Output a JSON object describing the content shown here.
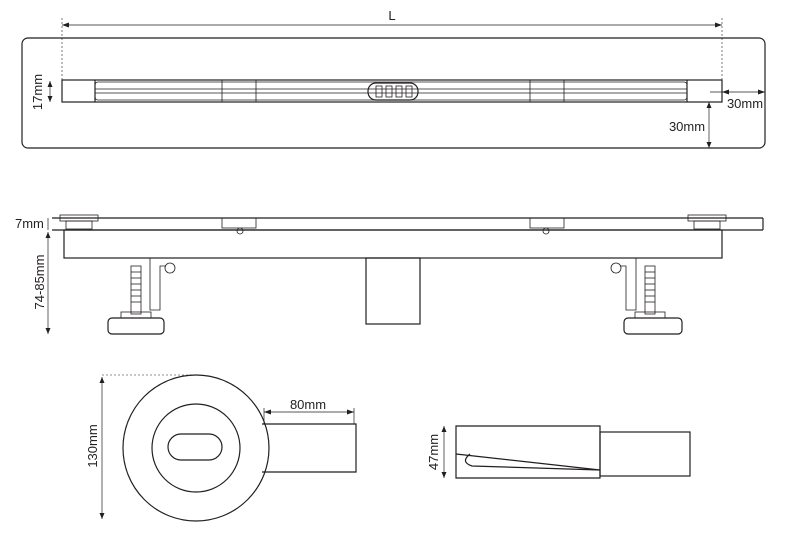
{
  "dimensions": {
    "length": "L",
    "top_height": "17mm",
    "end_width": "30mm",
    "side_margin": "30mm",
    "flange_height": "7mm",
    "height_range": "74-85mm",
    "outlet_length": "80mm",
    "body_diameter": "130mm",
    "outlet_height": "47mm"
  },
  "colors": {
    "line": "#231f20",
    "background": "#ffffff"
  }
}
